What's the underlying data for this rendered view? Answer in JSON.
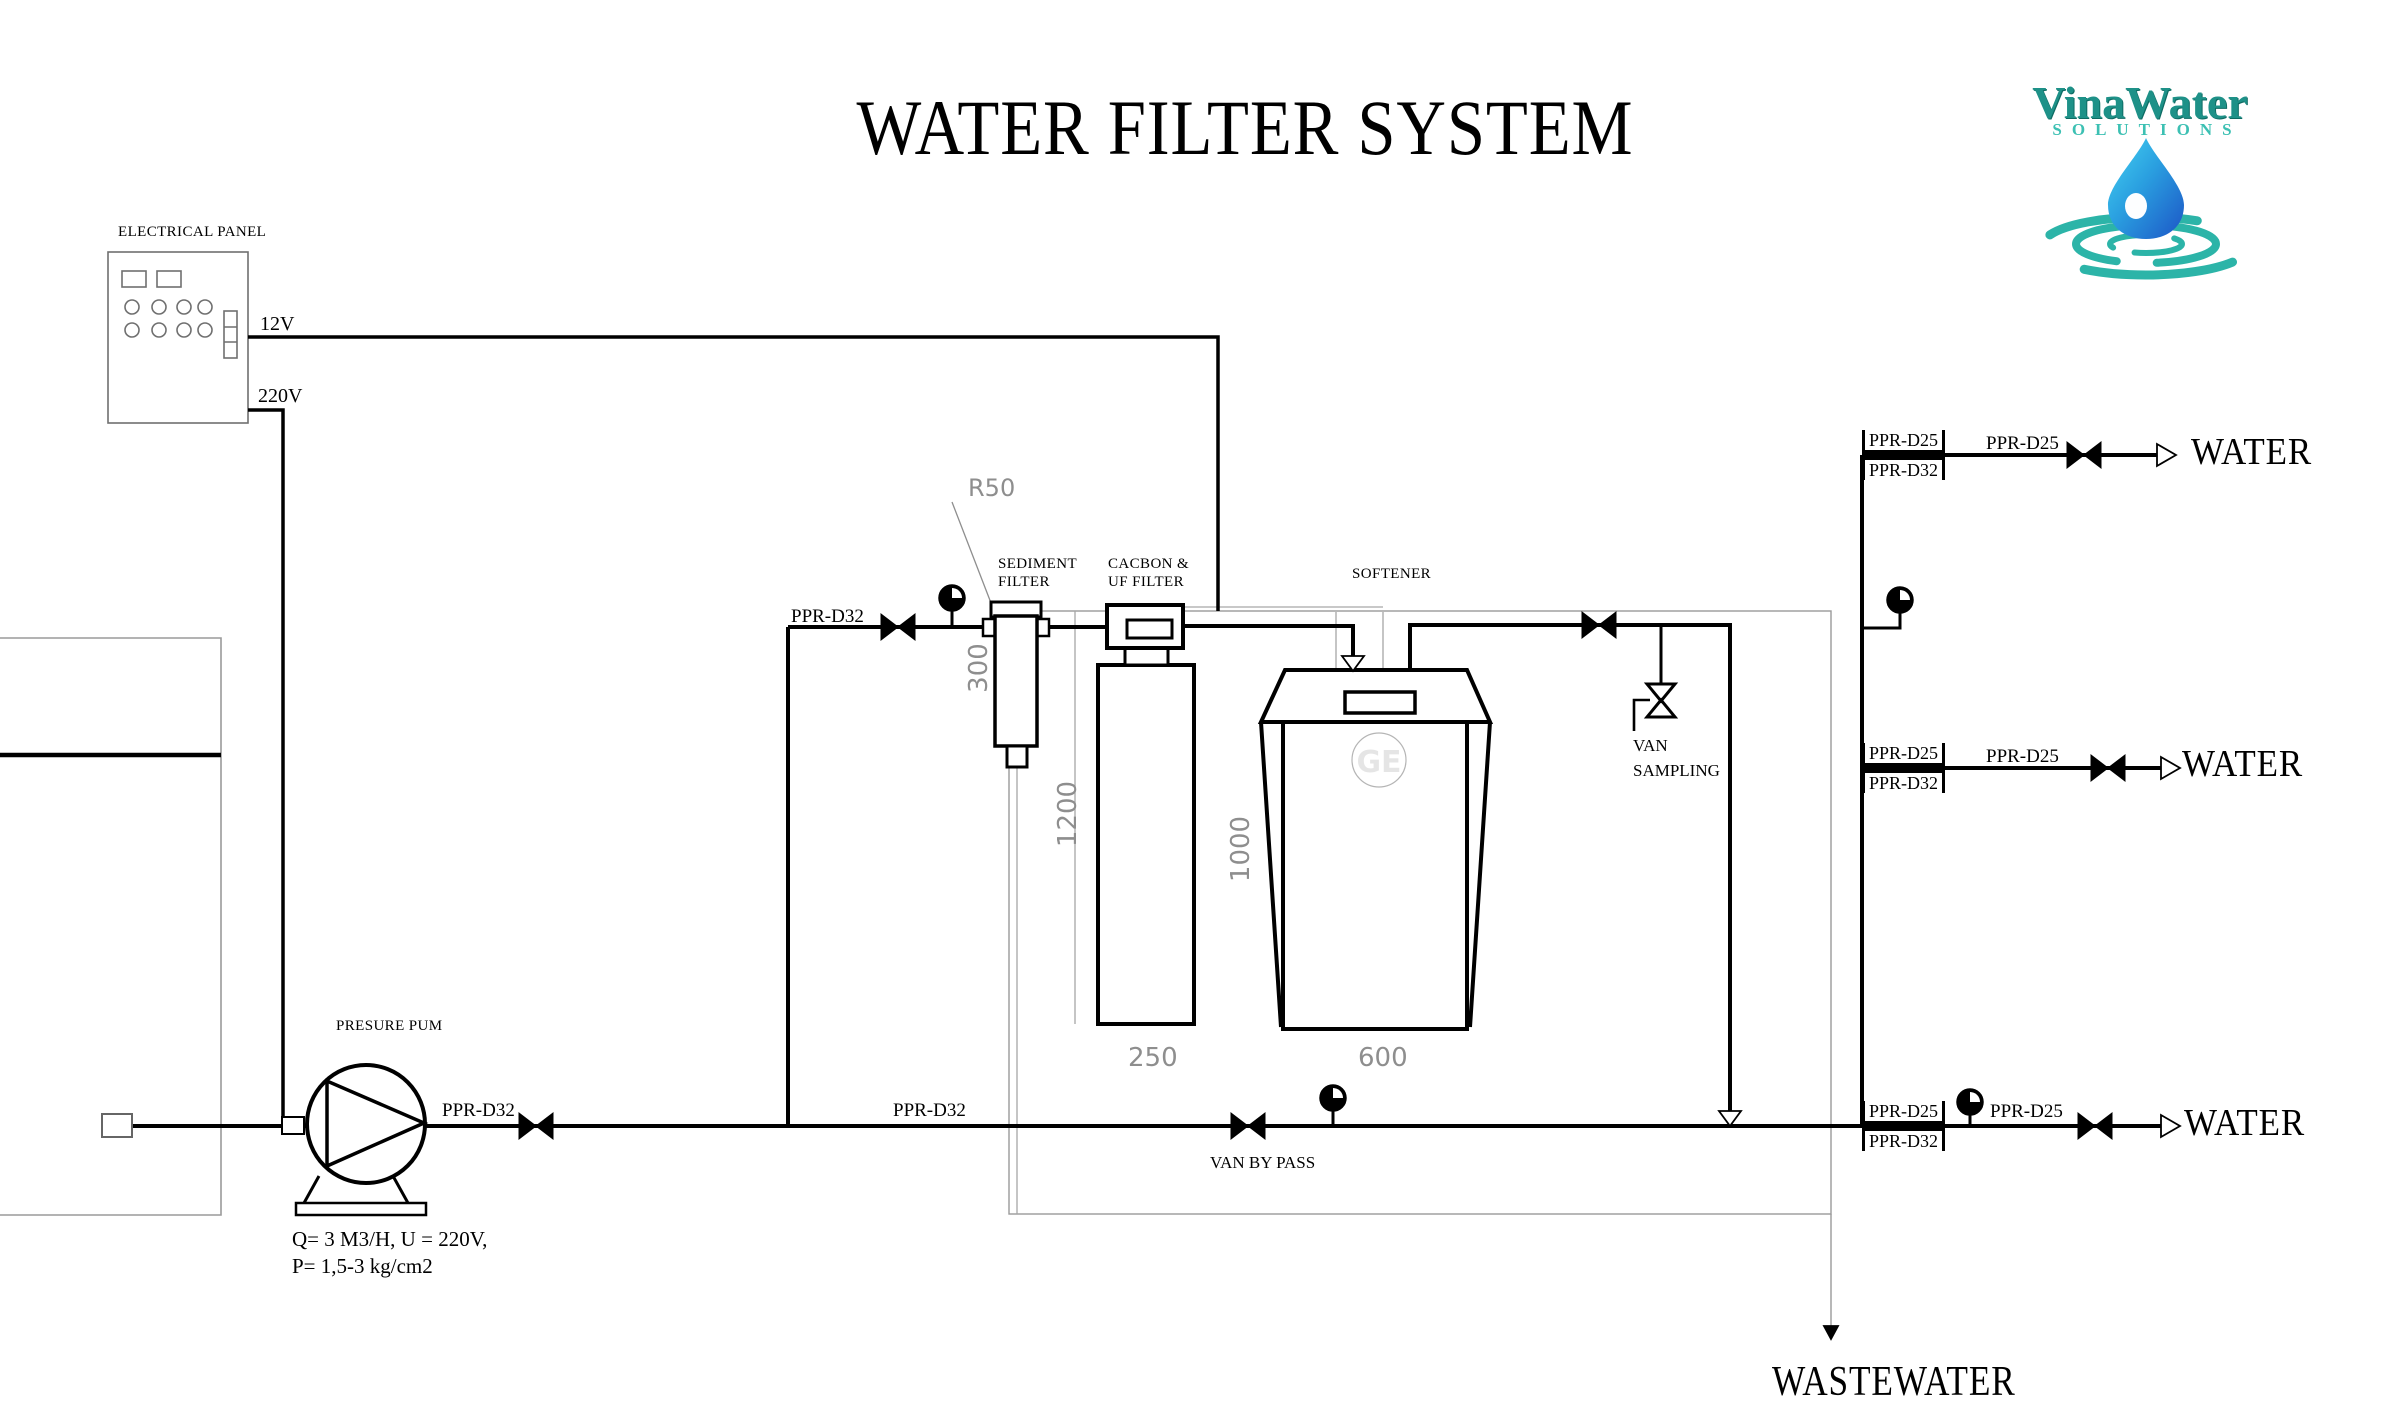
{
  "title": "WATER FILTER SYSTEM",
  "logo": {
    "brand": "VinaWater",
    "subtitle": "SOLUTIONS",
    "colors": {
      "teal": "#1e9188",
      "light_teal": "#3cc0b3",
      "drop_top": "#45d4f2",
      "drop_bottom": "#1c55c6"
    }
  },
  "electrical_panel": {
    "label": "ELECTRICAL PANEL",
    "output_12v": "12V",
    "output_220v": "220V"
  },
  "pump": {
    "label": "PRESURE PUM",
    "spec_line1": "Q= 3 M3/H, U = 220V,",
    "spec_line2": "P= 1,5-3 kg/cm2",
    "outlet_pipe": "PPR-D32"
  },
  "pipes": {
    "filter_inlet": "PPR-D32",
    "bypass": "PPR-D32",
    "bypass_valve": "VAN BY PASS"
  },
  "sediment_filter": {
    "label_line1": "SEDIMENT",
    "label_line2": "FILTER",
    "dim": "300",
    "note": "R50"
  },
  "carbon_filter": {
    "label_line1": "CACBON &",
    "label_line2": "UF FILTER",
    "dim_height": "1200",
    "dim_width": "250"
  },
  "softener": {
    "label": "SOFTENER",
    "dim_height": "1000",
    "dim_width": "600",
    "badge": "GE"
  },
  "sampling": {
    "label_line1": "VAN",
    "label_line2": "SAMPLING"
  },
  "outlets": [
    {
      "riser_size": "PPR-D25",
      "main_size": "PPR-D32",
      "pipe_label": "PPR-D25",
      "name": "WATER"
    },
    {
      "riser_size": "PPR-D25",
      "main_size": "PPR-D32",
      "pipe_label": "PPR-D25",
      "name": "WATER"
    },
    {
      "riser_size": "PPR-D25",
      "main_size": "PPR-D32",
      "pipe_label": "PPR-D25",
      "name": "WATER"
    }
  ],
  "wastewater_label": "WASTEWATER"
}
